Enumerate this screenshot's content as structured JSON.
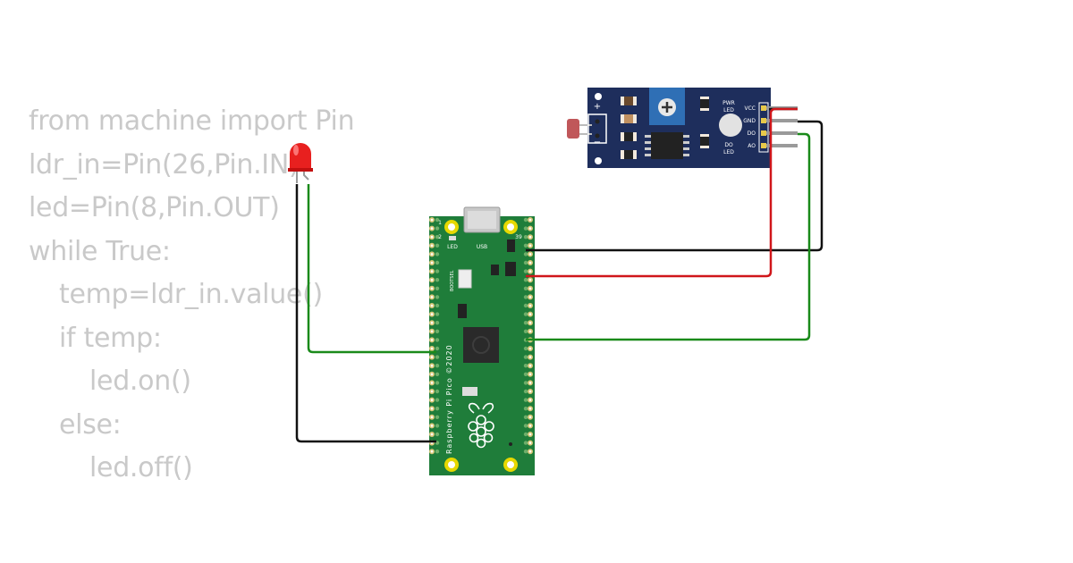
{
  "code": {
    "lines": [
      {
        "text": "from machine import Pin",
        "indent": 0
      },
      {
        "text": "ldr_in=Pin(26,Pin.IN)",
        "indent": 0
      },
      {
        "text": "led=Pin(8,Pin.OUT)",
        "indent": 0
      },
      {
        "text": "while True:",
        "indent": 0
      },
      {
        "text": "temp=ldr_in.value()",
        "indent": 1
      },
      {
        "text": "if temp:",
        "indent": 1
      },
      {
        "text": "led.on()",
        "indent": 2
      },
      {
        "text": "else:",
        "indent": 1
      },
      {
        "text": "led.off()",
        "indent": 2
      }
    ]
  },
  "ldr_module": {
    "plus_label": "+",
    "minus_label": "−",
    "pwr_led_label": "PWR",
    "pwr_led_label2": "LED",
    "do_led_label": "DO",
    "do_led_label2": "LED",
    "pins": [
      "VCC",
      "GND",
      "DO",
      "AO"
    ]
  },
  "pico": {
    "board_label": "Raspberry Pi Pico ©2020",
    "led_label": "LED",
    "usb_label": "USB",
    "bootsel_label": "BOOTSEL",
    "pin1_label": "1",
    "pin2_label": "2",
    "pin39_label": "39"
  },
  "colors": {
    "pcb_green": "#1f7d3a",
    "module_blue": "#1e2e5c",
    "wire_red": "#d0161a",
    "wire_green": "#1a8a1a",
    "wire_black": "#111111",
    "led_red": "#e8201f",
    "code_text": "#c9c9c9"
  }
}
